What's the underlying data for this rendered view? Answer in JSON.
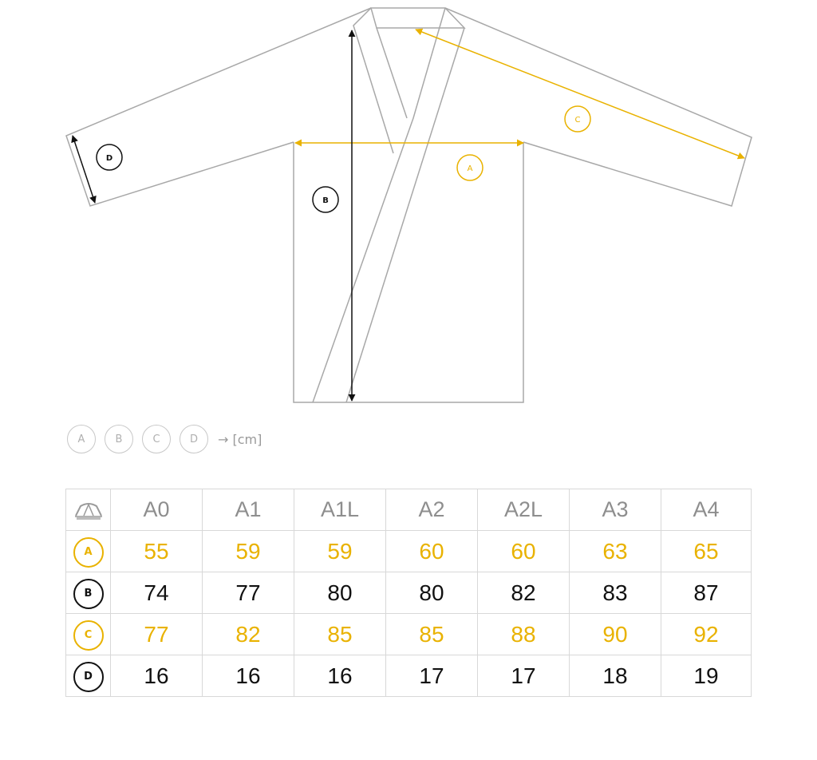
{
  "diagram": {
    "labels": {
      "a": "A",
      "b": "B",
      "c": "C",
      "d": "D"
    },
    "colors": {
      "outline": "#a0a0a0",
      "accent": "#e9b200",
      "dark": "#111111"
    }
  },
  "legend": {
    "letters": [
      "A",
      "B",
      "C",
      "D"
    ],
    "unit": "→ [cm]"
  },
  "table": {
    "brand_icon": "tent-logo-icon",
    "sizes": [
      "A0",
      "A1",
      "A1L",
      "A2",
      "A2L",
      "A3",
      "A4"
    ],
    "rows": [
      {
        "label": "A",
        "values": [
          "55",
          "59",
          "59",
          "60",
          "60",
          "63",
          "65"
        ]
      },
      {
        "label": "B",
        "values": [
          "74",
          "77",
          "80",
          "80",
          "82",
          "83",
          "87"
        ]
      },
      {
        "label": "C",
        "values": [
          "77",
          "82",
          "85",
          "85",
          "88",
          "90",
          "92"
        ]
      },
      {
        "label": "D",
        "values": [
          "16",
          "16",
          "16",
          "17",
          "17",
          "18",
          "19"
        ]
      }
    ]
  }
}
